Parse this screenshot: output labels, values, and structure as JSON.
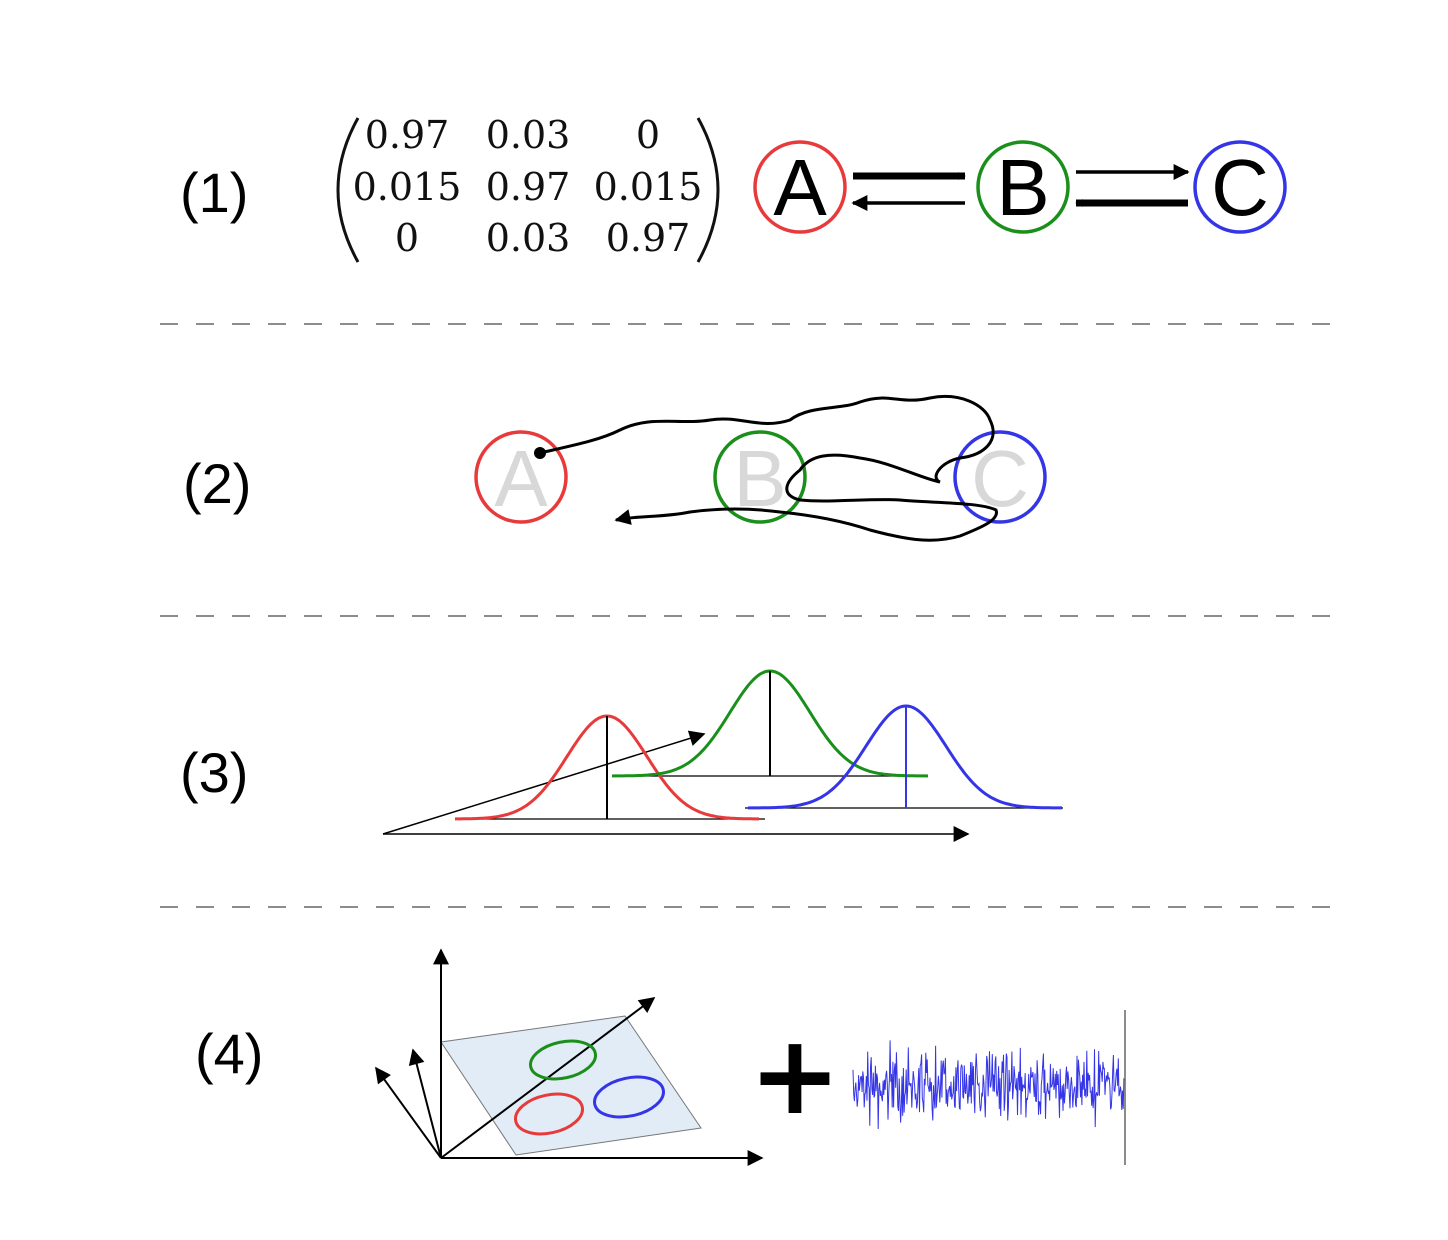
{
  "panels": [
    {
      "label": "(1)"
    },
    {
      "label": "(2)"
    },
    {
      "label": "(3)"
    },
    {
      "label": "(4)"
    }
  ],
  "matrix": [
    [
      "0.97",
      "0.03",
      "0"
    ],
    [
      "0.015",
      "0.97",
      "0.015"
    ],
    [
      "0",
      "0.03",
      "0.97"
    ]
  ],
  "states": [
    {
      "label": "A",
      "color": "#e83a3a"
    },
    {
      "label": "B",
      "color": "#1a8f1a"
    },
    {
      "label": "C",
      "color": "#3535e8"
    }
  ],
  "faded_label_color": "#d8d8d8",
  "plus_symbol": "+",
  "plane_fill": "#dce9f5"
}
